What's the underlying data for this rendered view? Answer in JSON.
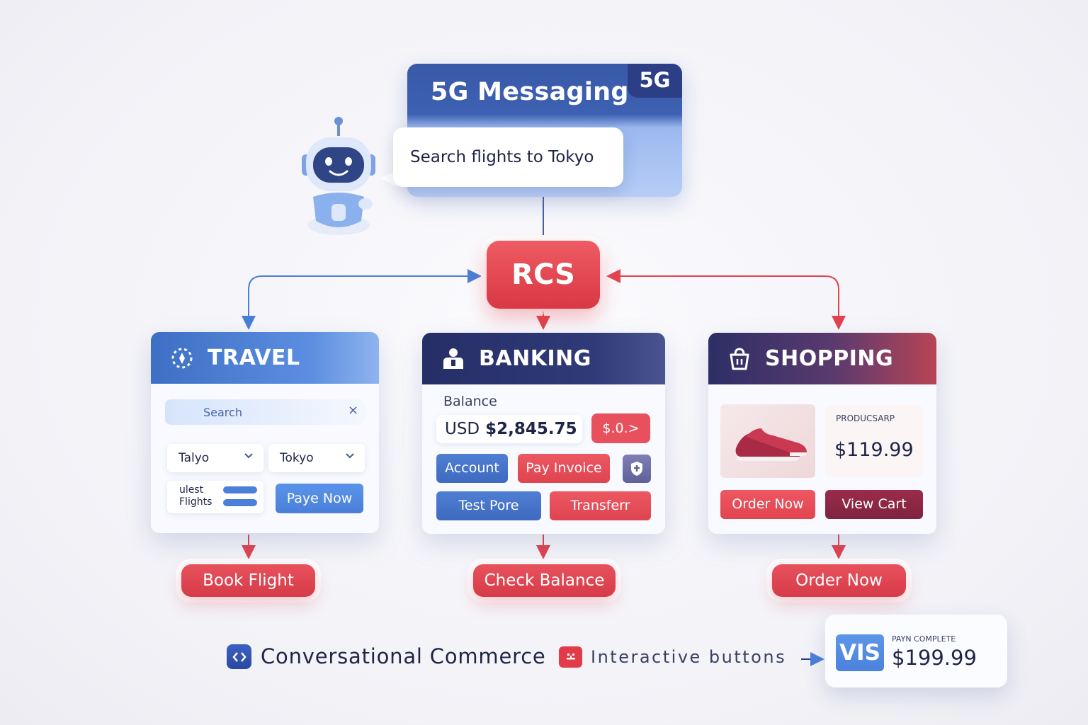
{
  "messaging": {
    "title": "5G Messaging",
    "badge": "5G",
    "bubble_text": "Search flights to Tokyo"
  },
  "hub": {
    "label": "RCS"
  },
  "travel": {
    "title": "TRAVEL",
    "search_placeholder": "Search",
    "close_glyph": "×",
    "from_value": "Talyo",
    "to_value": "Tokyo",
    "list_line1": "ulest",
    "list_line2": "Flights",
    "pay_label": "Paye Now",
    "action": "Book Flight"
  },
  "banking": {
    "title": "BANKING",
    "balance_label": "Balance",
    "currency": "USD",
    "balance_value": "$2,845.75",
    "chip_label": "$.0.>",
    "account_label": "Account",
    "pay_invoice_label": "Pay Invoice",
    "test_label": "Test Pore",
    "transfer_label": "Transferr",
    "action": "Check Balance"
  },
  "shopping": {
    "title": "SHOPPING",
    "product_label": "PRODUCSARP",
    "price": "$119.99",
    "order_label": "Order Now",
    "cart_label": "View Cart",
    "action": "Order Now"
  },
  "footer": {
    "commerce_label": "Conversational Commerce",
    "buttons_label": "Interactive buttons",
    "pay_card_brand": "VIS",
    "pay_card_label": "PAYN COMPLETE",
    "pay_card_amount": "$199.99"
  },
  "colors": {
    "blue_accent": "#4a7fd8",
    "red_accent": "#e2444f",
    "navy": "#262e66"
  }
}
